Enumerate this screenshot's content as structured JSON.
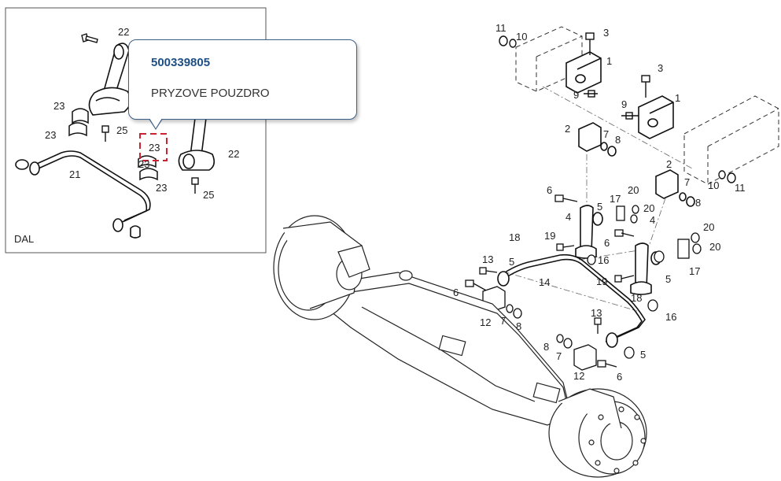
{
  "tooltip": {
    "part_number": "500339805",
    "description": "PRYZOVE POUZDRO"
  },
  "inset": {
    "label": "DAL",
    "callouts": [
      "22",
      "23",
      "23",
      "25",
      "21",
      "23",
      "23",
      "22",
      "25",
      "23"
    ]
  },
  "main": {
    "callouts": [
      "11",
      "10",
      "3",
      "1",
      "9",
      "3",
      "1",
      "9",
      "2",
      "7",
      "8",
      "2",
      "7",
      "8",
      "10",
      "11",
      "6",
      "17",
      "20",
      "20",
      "4",
      "5",
      "6",
      "18",
      "19",
      "16",
      "20",
      "20",
      "17",
      "4",
      "5",
      "13",
      "5",
      "14",
      "6",
      "19",
      "7",
      "18",
      "16",
      "12",
      "8",
      "13",
      "8",
      "7",
      "5",
      "12",
      "6"
    ]
  },
  "colors": {
    "tooltip_border": "#3e5f86",
    "part_number": "#1d4f85",
    "highlight_box": "#cc2233"
  }
}
